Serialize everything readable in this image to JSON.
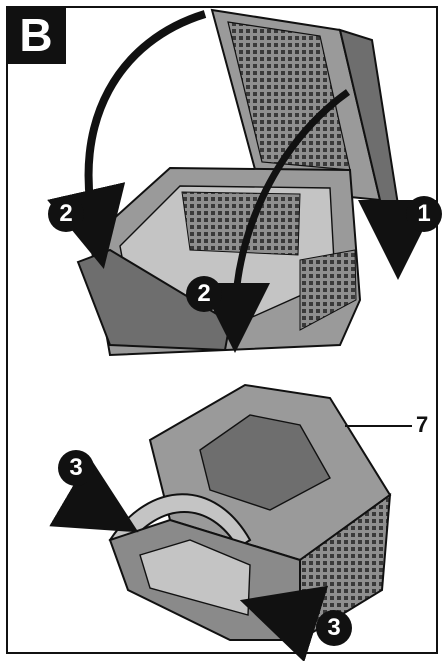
{
  "figure": {
    "panel_letter": "B",
    "step_numbers": {
      "open_lid": "1",
      "swing_lid": "2",
      "hook_lid": "2",
      "clip_left": "3",
      "clip_right": "3"
    },
    "part_reference": "7"
  },
  "colors": {
    "ink": "#111111",
    "plastic_dark": "#6e6e6e",
    "plastic_mid": "#9a9a9a",
    "plastic_light": "#c4c4c4",
    "grille": "#3a3a3a",
    "paper": "#ffffff"
  }
}
